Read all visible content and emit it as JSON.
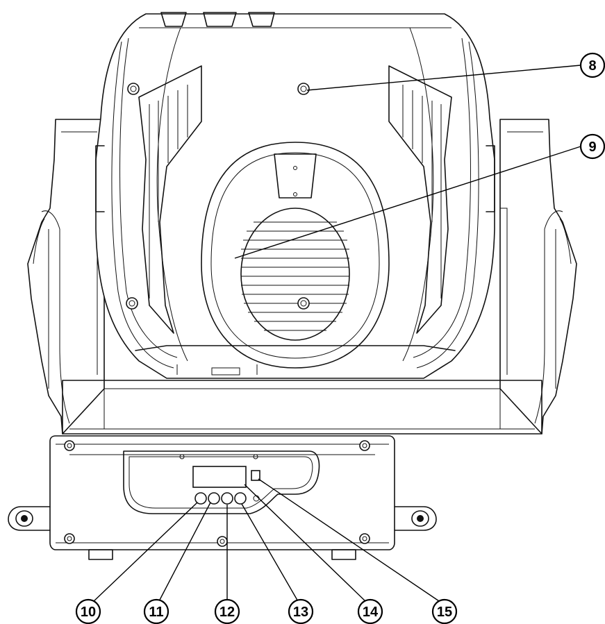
{
  "callouts": [
    {
      "id": "8",
      "label": "8"
    },
    {
      "id": "9",
      "label": "9"
    },
    {
      "id": "10",
      "label": "10"
    },
    {
      "id": "11",
      "label": "11"
    },
    {
      "id": "12",
      "label": "12"
    },
    {
      "id": "13",
      "label": "13"
    },
    {
      "id": "14",
      "label": "14"
    },
    {
      "id": "15",
      "label": "15"
    }
  ]
}
